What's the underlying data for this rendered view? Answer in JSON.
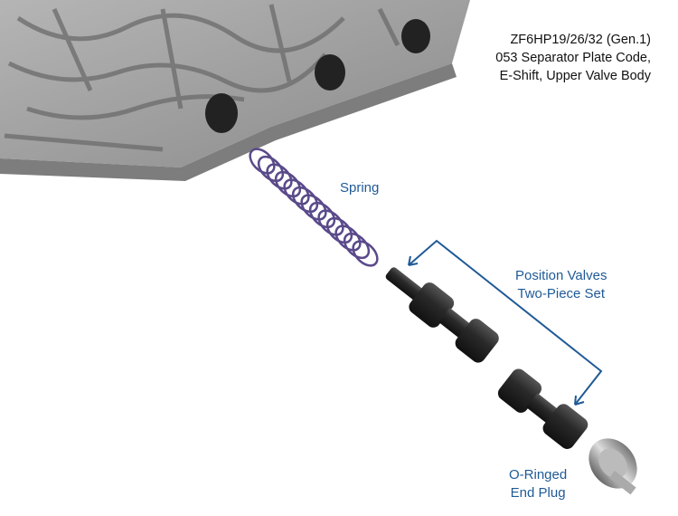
{
  "title": {
    "lines": [
      "ZF6HP19/26/32 (Gen.1)",
      "053 Separator Plate Code,",
      "E-Shift, Upper Valve Body"
    ]
  },
  "labels": {
    "spring": "Spring",
    "position_valves": [
      "Position Valves",
      "Two-Piece Set"
    ],
    "end_plug": [
      "O-Ringed",
      "End Plug"
    ]
  },
  "colors": {
    "label_blue": "#1f5a96",
    "body_gray": "#9a9a9a",
    "spring_purple": "#5a4a8a",
    "valve_dark": "#2a2a2a"
  }
}
